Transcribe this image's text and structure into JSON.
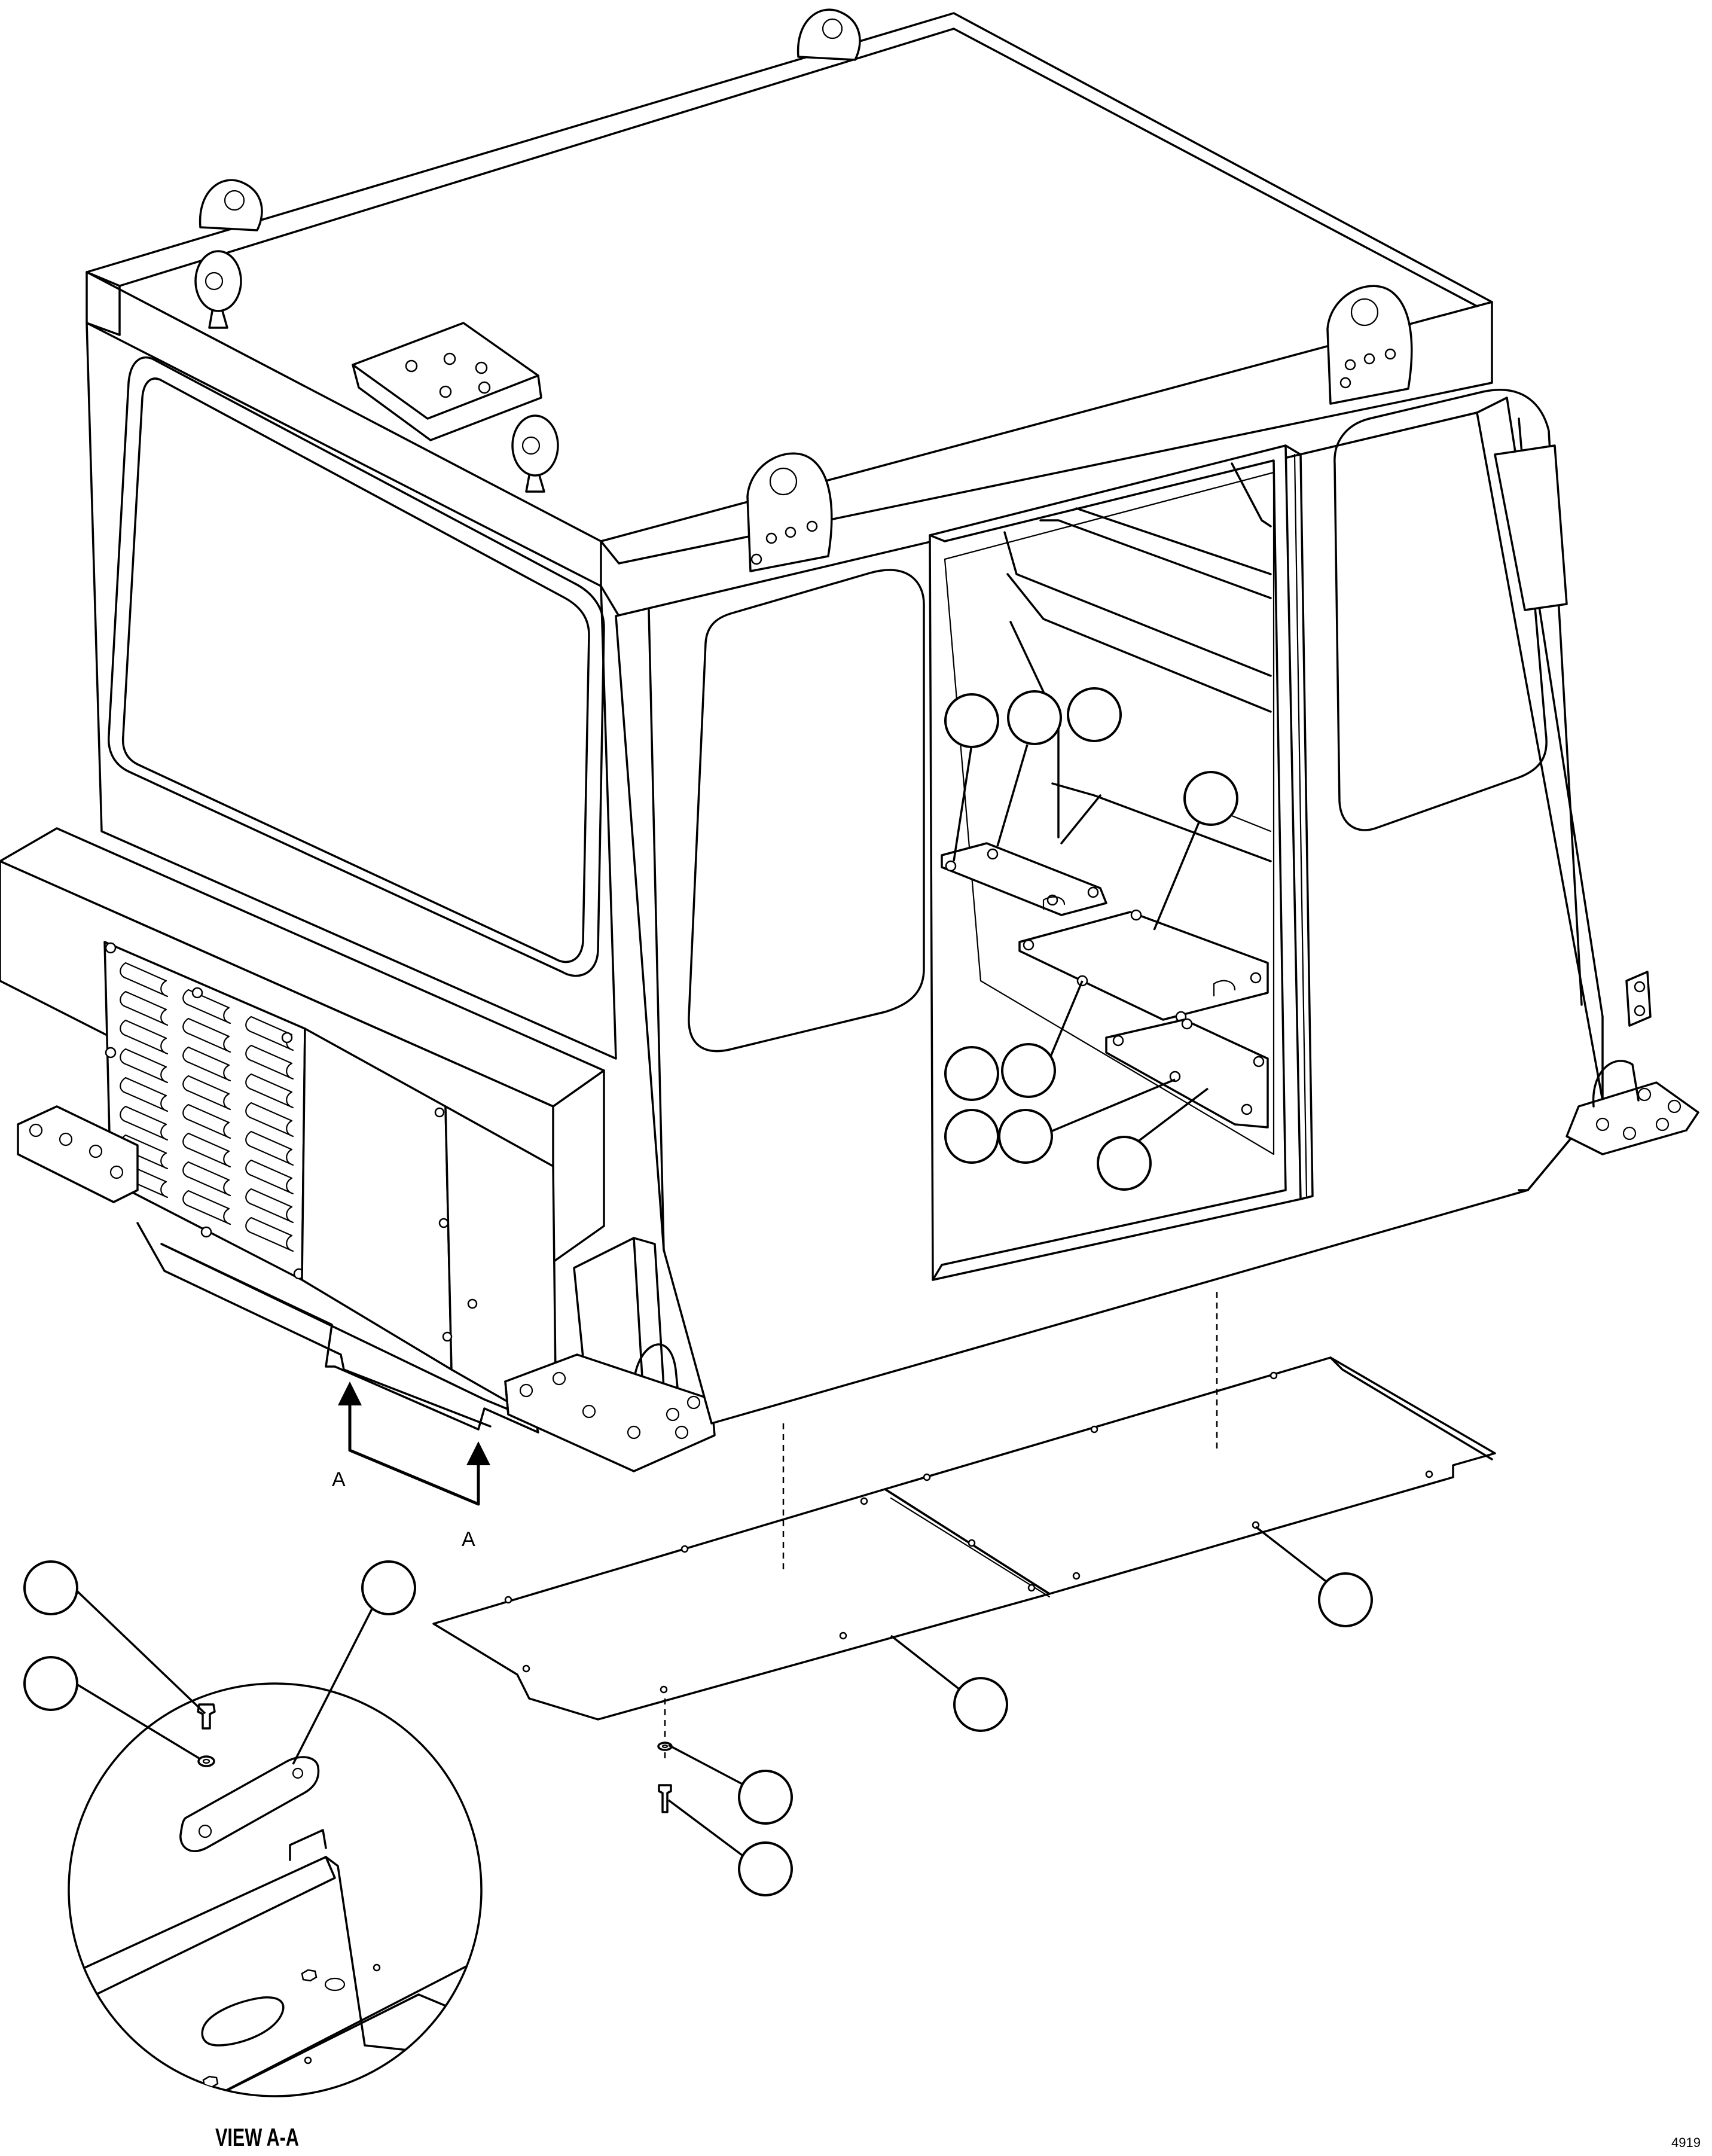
{
  "section_labels": {
    "arrow_left": "A",
    "arrow_right": "A",
    "view": "VIEW A-A"
  },
  "drawing_number": "4919",
  "callouts": [
    {
      "id": "c1",
      "number": ""
    },
    {
      "id": "c2",
      "number": ""
    },
    {
      "id": "c3",
      "number": ""
    },
    {
      "id": "c4",
      "number": ""
    },
    {
      "id": "c5",
      "number": ""
    },
    {
      "id": "c6",
      "number": ""
    },
    {
      "id": "c7",
      "number": ""
    },
    {
      "id": "c8",
      "number": ""
    },
    {
      "id": "c9",
      "number": ""
    },
    {
      "id": "c10",
      "number": ""
    },
    {
      "id": "c11",
      "number": ""
    },
    {
      "id": "c12",
      "number": ""
    },
    {
      "id": "c13",
      "number": ""
    },
    {
      "id": "c14",
      "number": ""
    },
    {
      "id": "c15",
      "number": ""
    },
    {
      "id": "c16",
      "number": ""
    }
  ]
}
